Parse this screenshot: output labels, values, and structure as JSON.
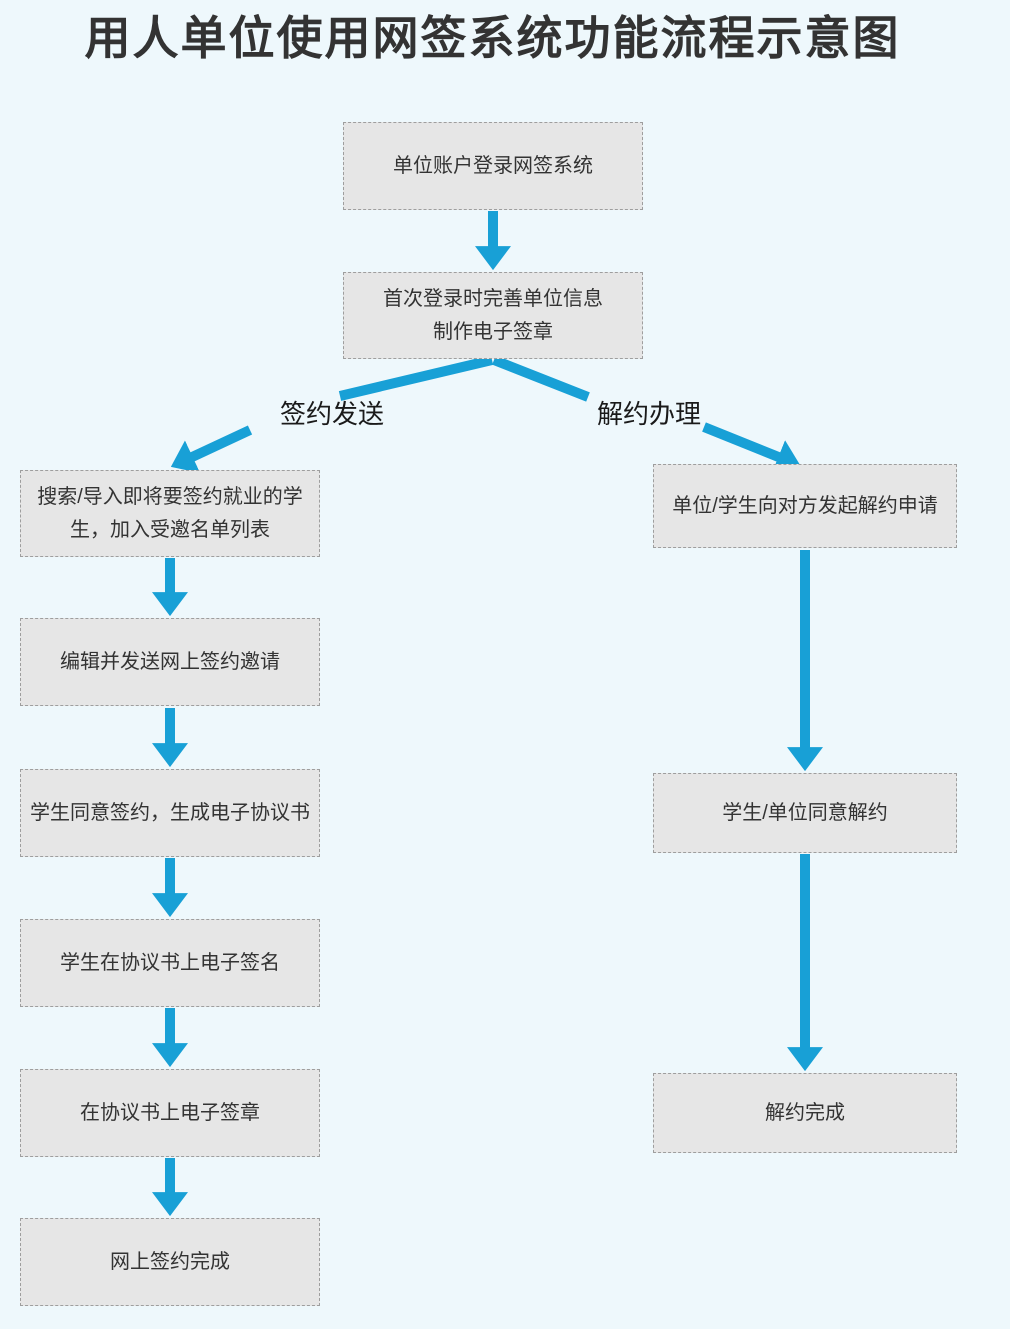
{
  "title": "用人单位使用网签系统功能流程示意图",
  "flow": {
    "start": "单位账户登录网签系统",
    "setup": "首次登录时完善单位信息\n制作电子签章"
  },
  "branches": {
    "sign": {
      "label": "签约发送",
      "steps": [
        "搜索/导入即将要签约就业的学生，加入受邀名单列表",
        "编辑并发送网上签约邀请",
        "学生同意签约，生成电子协议书",
        "学生在协议书上电子签名",
        "在协议书上电子签章",
        "网上签约完成"
      ]
    },
    "terminate": {
      "label": "解约办理",
      "steps": [
        "单位/学生向对方发起解约申请",
        "学生/单位同意解约",
        "解约完成"
      ]
    }
  },
  "colors": {
    "background": "#eef8fc",
    "node_fill": "#e6e6e6",
    "node_border": "#9e9e9e",
    "arrow": "#18a0d6",
    "text": "#333333"
  }
}
